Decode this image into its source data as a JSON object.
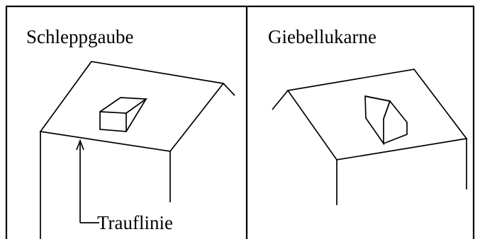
{
  "panels": [
    {
      "title": "Schleppgaube"
    },
    {
      "title": "Giebellukarne"
    }
  ],
  "annotation": {
    "label": "Trauflinie"
  }
}
